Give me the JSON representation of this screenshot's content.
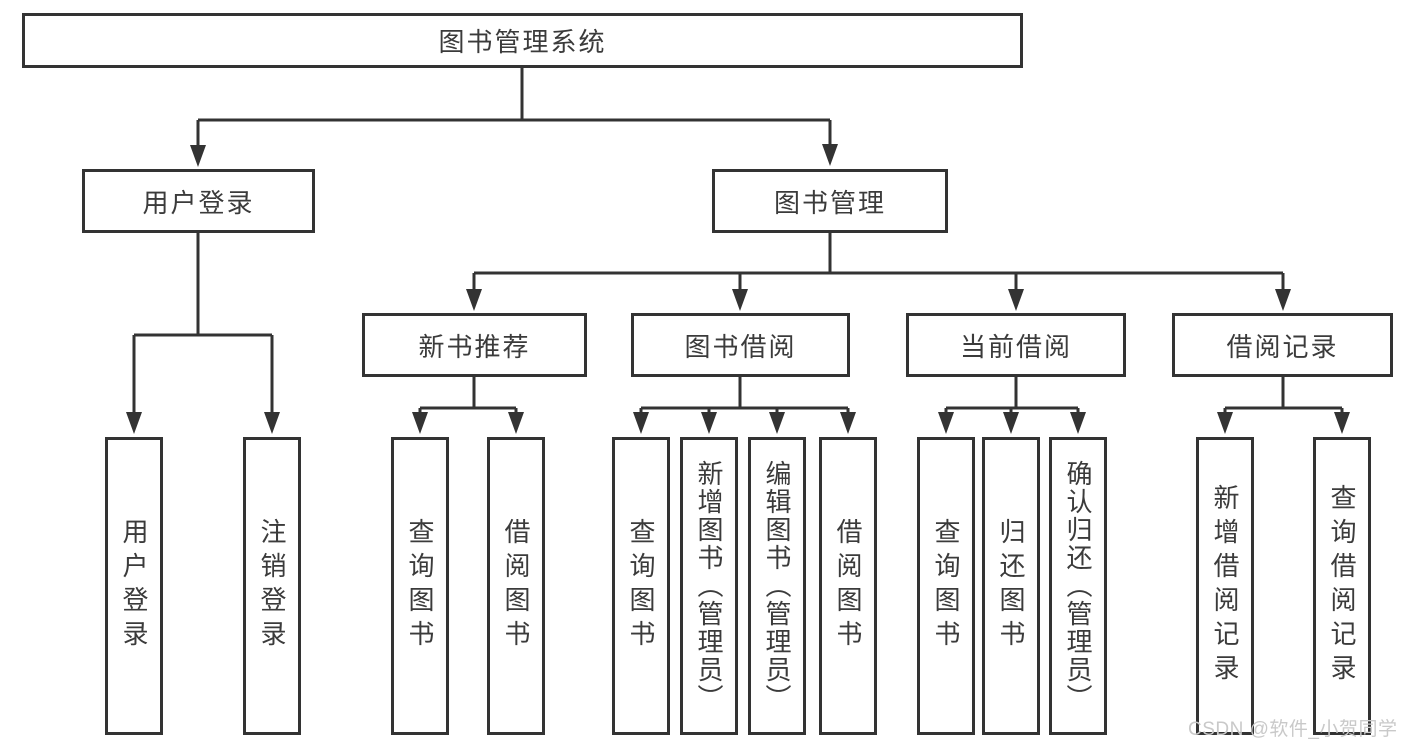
{
  "diagram": {
    "root": {
      "label": "图书管理系统"
    },
    "level2": [
      {
        "label": "用户登录"
      },
      {
        "label": "图书管理"
      }
    ],
    "level3": [
      {
        "label": "新书推荐"
      },
      {
        "label": "图书借阅"
      },
      {
        "label": "当前借阅"
      },
      {
        "label": "借阅记录"
      }
    ],
    "leaves": {
      "user_login": [
        {
          "label": "用户登录"
        },
        {
          "label": "注销登录"
        }
      ],
      "new_book_recommend": [
        {
          "label": "查询图书"
        },
        {
          "label": "借阅图书"
        }
      ],
      "book_borrow": [
        {
          "label": "查询图书"
        },
        {
          "label": "新增图书（管理员）"
        },
        {
          "label": "编辑图书（管理员）"
        },
        {
          "label": "借阅图书"
        }
      ],
      "current_borrow": [
        {
          "label": "查询图书"
        },
        {
          "label": "归还图书"
        },
        {
          "label": "确认归还（管理员）"
        }
      ],
      "borrow_records": [
        {
          "label": "新增借阅记录"
        },
        {
          "label": "查询借阅记录"
        }
      ]
    },
    "watermark": "CSDN @软件_小贺同学",
    "colors": {
      "line": "#333333",
      "text": "#3b3b3b",
      "watermark": "#c9c9c9",
      "background": "#ffffff"
    }
  }
}
